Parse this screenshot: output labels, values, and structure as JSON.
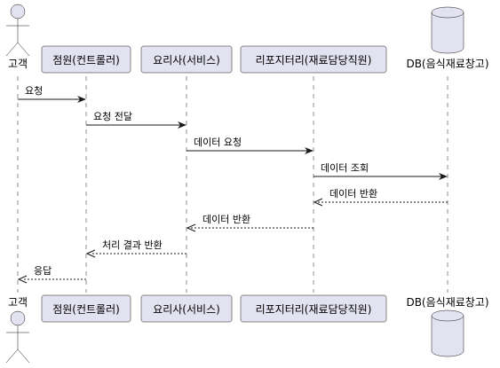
{
  "participants": {
    "customer": {
      "label": "고객"
    },
    "clerk": {
      "label": "점원(컨트롤러)"
    },
    "chef": {
      "label": "요리사(서비스)"
    },
    "repository": {
      "label": "리포지터리(재료담당직원)"
    },
    "db": {
      "label": "DB(음식재료창고)"
    }
  },
  "messages": [
    {
      "text": "요청",
      "style": "solid"
    },
    {
      "text": "요청 전달",
      "style": "solid"
    },
    {
      "text": "데이터 요청",
      "style": "solid"
    },
    {
      "text": "데이터 조회",
      "style": "solid"
    },
    {
      "text": "데이터 반환",
      "style": "dashed"
    },
    {
      "text": "데이터 반환",
      "style": "dashed"
    },
    {
      "text": "처리 결과 반환",
      "style": "dashed"
    },
    {
      "text": "응답",
      "style": "dashed"
    }
  ],
  "colors": {
    "participant_fill": "#e2e2f0",
    "line": "#181818"
  }
}
